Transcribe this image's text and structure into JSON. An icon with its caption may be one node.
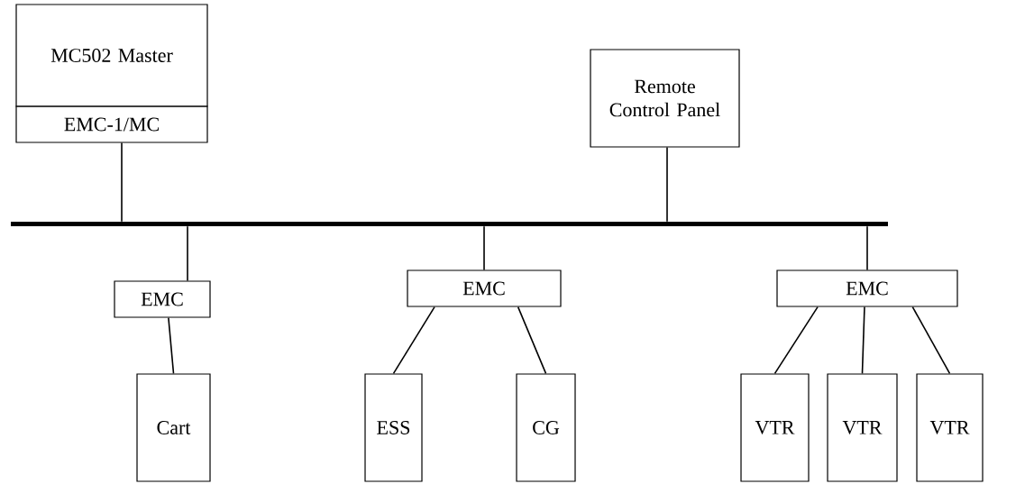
{
  "diagram": {
    "nodes": [
      {
        "text": [
          "MC502 Master"
        ]
      },
      {
        "text": [
          "EMC-1/MC"
        ]
      },
      {
        "text": [
          "Remote Control Panel"
        ]
      },
      {
        "text": [],
        "shape": "bar"
      },
      {
        "text": [
          "EMC"
        ]
      },
      {
        "text": [
          "EMC"
        ]
      },
      {
        "text": [
          "EMC"
        ]
      },
      {
        "text": [
          "Cart"
        ]
      },
      {
        "text": [
          "ESS"
        ]
      },
      {
        "text": [
          "CG"
        ]
      },
      {
        "text": [
          "VTR"
        ]
      },
      {
        "text": [
          "VTR"
        ]
      },
      {
        "text": [
          "VTR"
        ]
      }
    ],
    "edges": [
      {
        "from": 1,
        "to": 3,
        "arrow": "none"
      },
      {
        "from": 2,
        "to": 3,
        "arrow": "none"
      },
      {
        "from": 3,
        "to": 4,
        "arrow": "none"
      },
      {
        "from": 3,
        "to": 5,
        "arrow": "none"
      },
      {
        "from": 3,
        "to": 6,
        "arrow": "none"
      },
      {
        "from": 4,
        "to": 7,
        "arrow": "none"
      },
      {
        "from": 5,
        "to": 8,
        "arrow": "none"
      },
      {
        "from": 5,
        "to": 9,
        "arrow": "none"
      },
      {
        "from": 6,
        "to": 10,
        "arrow": "none"
      },
      {
        "from": 6,
        "to": 11,
        "arrow": "none"
      },
      {
        "from": 6,
        "to": 12,
        "arrow": "none"
      }
    ]
  }
}
